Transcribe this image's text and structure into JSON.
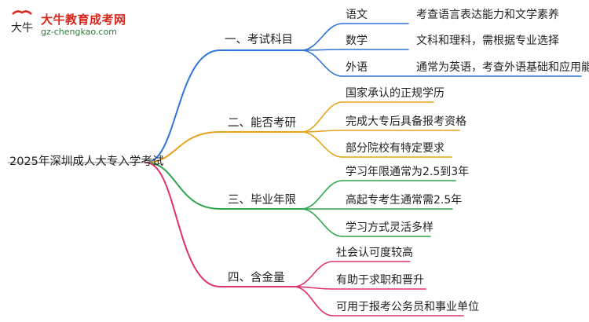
{
  "logo": {
    "title": "大牛教育成考网",
    "url": "gz-chengkao.com",
    "mark": "大牛"
  },
  "root": {
    "label": "2025年深圳成人大专入学考试"
  },
  "branches": [
    {
      "label": "一、考试科目",
      "color": "#2e74d6",
      "children": [
        {
          "label": "语文",
          "detail": "考查语言表达能力和文学素养"
        },
        {
          "label": "数学",
          "detail": "文科和理科，需根据专业选择"
        },
        {
          "label": "外语",
          "detail": "通常为英语，考查外语基础和应用能力"
        }
      ]
    },
    {
      "label": "二、能否考研",
      "color": "#e6a21a",
      "children": [
        {
          "label": "国家承认的正规学历"
        },
        {
          "label": "完成大专后具备报考资格"
        },
        {
          "label": "部分院校有特定要求"
        }
      ]
    },
    {
      "label": "三、毕业年限",
      "color": "#2fa64a",
      "children": [
        {
          "label": "学习年限通常为2.5到3年"
        },
        {
          "label": "高起专考生通常需2.5年"
        },
        {
          "label": "学习方式灵活多样"
        }
      ]
    },
    {
      "label": "四、含金量",
      "color": "#e0306c",
      "children": [
        {
          "label": "社会认可度较高"
        },
        {
          "label": "有助于求职和晋升"
        },
        {
          "label": "可用于报考公务员和事业单位"
        }
      ]
    }
  ]
}
